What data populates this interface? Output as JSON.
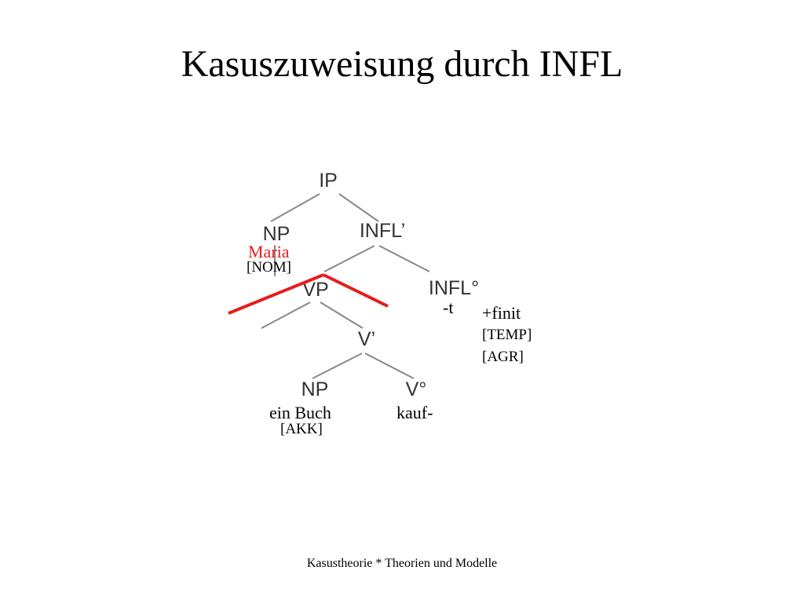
{
  "title": "Kasuszuweisung durch INFL",
  "tree": {
    "ip": "IP",
    "np_subject": "NP",
    "infl_bar": "INFL’",
    "vp": "VP",
    "infl_head": "INFL°",
    "v_bar": "V’",
    "np_object": "NP",
    "v_head": "V°"
  },
  "annotations": {
    "subject_word": "Maria",
    "subject_case": "[NOM]",
    "infl_suffix": "-t",
    "infl_finite": "+finit",
    "infl_temp": "[TEMP]",
    "infl_agr": "[AGR]",
    "object_word": "ein Buch",
    "object_case": "[AKK]",
    "verb_stem": "kauf-"
  },
  "colors": {
    "tree_lines": "#888888",
    "tree_labels": "#333333",
    "barrier_line": "#e41e1e",
    "subject_word": "#e41e1e"
  },
  "footer": "Kasustheorie * Theorien und Modelle"
}
